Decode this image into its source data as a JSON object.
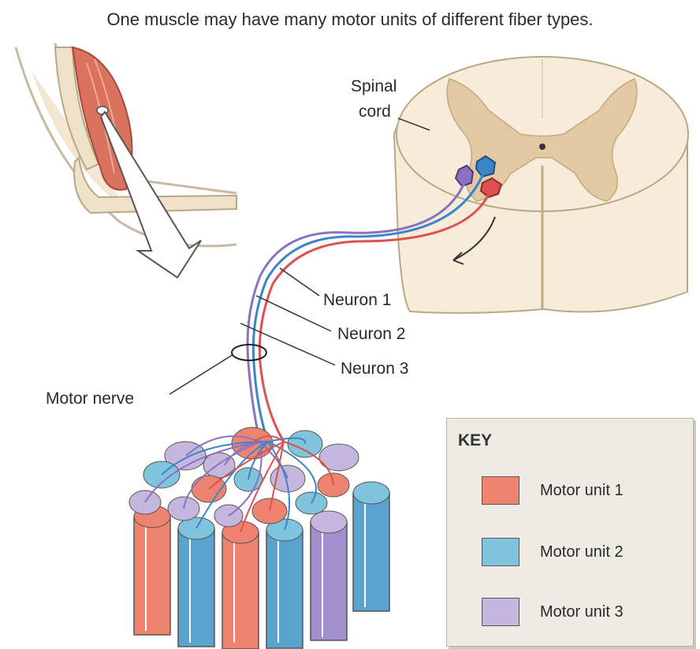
{
  "title": "One muscle may have many motor units of different fiber types.",
  "labels": {
    "spinal_cord_line1": "Spinal",
    "spinal_cord_line2": "cord",
    "neuron1": "Neuron 1",
    "neuron2": "Neuron 2",
    "neuron3": "Neuron 3",
    "motor_nerve": "Motor nerve"
  },
  "key": {
    "title": "KEY",
    "items": [
      {
        "label": "Motor unit 1",
        "color": "#ee8470"
      },
      {
        "label": "Motor unit 2",
        "color": "#7fc4dc"
      },
      {
        "label": "Motor unit 3",
        "color": "#c5b6dd"
      }
    ]
  },
  "colors": {
    "muscle": "#d9735f",
    "spinal_white_matter": "#f6ecd9",
    "spinal_gray_matter": "#e2c9a4",
    "nerve_red": "#e05050",
    "nerve_blue": "#3a86c8",
    "nerve_purple": "#8a72c2"
  }
}
